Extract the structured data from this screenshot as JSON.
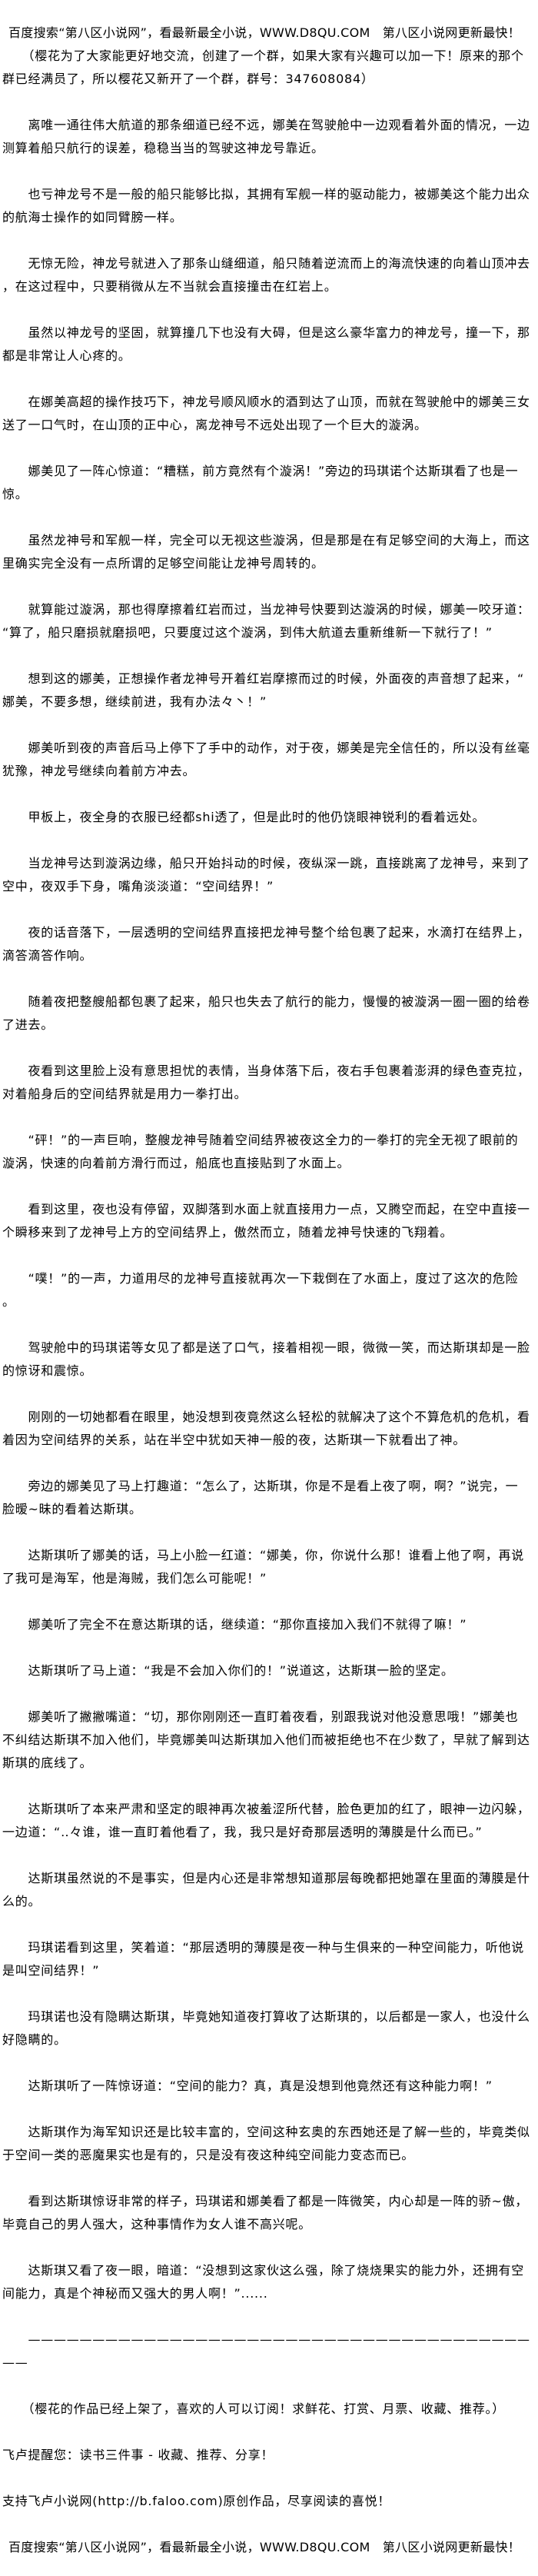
{
  "header": {
    "site_line": "百度搜索“第八区小说网”，看最新最全小说，WWW.D8QU.COM   第八区小说网更新最快！",
    "notice_lines": [
      "　　（樱花为了大家能更好地交流，创建了一个群，如果大家有兴趣可以加一下！原来的那个",
      "群已经满员了，所以樱花又新开了一个群，群号：347608084）"
    ]
  },
  "paragraphs": [
    [
      "　　离唯一通往伟大航道的那条细道已经不远，娜美在驾驶舱中一边观看着外面的情况，一边",
      "测算着船只航行的误差，稳稳当当的驾驶这神龙号靠近。"
    ],
    [
      "　　也亏神龙号不是一般的船只能够比拟，其拥有军舰一样的驱动能力，被娜美这个能力出众",
      "的航海士操作的如同臂膀一样。"
    ],
    [
      "　　无惊无险，神龙号就进入了那条山缝细道，船只随着逆流而上的海流快速的向着山顶冲去",
      "，在这过程中，只要稍微从左不当就会直接撞击在红岩上。"
    ],
    [
      "　　虽然以神龙号的坚固，就算撞几下也没有大碍，但是这么豪华富力的神龙号，撞一下，那",
      "都是非常让人心疼的。"
    ],
    [
      "　　在娜美高超的操作技巧下，神龙号顺风顺水的酒到达了山顶，而就在驾驶舱中的娜美三女",
      "送了一口气时，在山顶的正中心，离龙神号不远处出现了一个巨大的漩涡。"
    ],
    [
      "　　娜美见了一阵心惊道：“糟糕，前方竟然有个漩涡！”旁边的玛琪诺个达斯琪看了也是一",
      "惊。"
    ],
    [
      "　　虽然龙神号和军舰一样，完全可以无视这些漩涡，但是那是在有足够空间的大海上，而这",
      "里确实完全没有一点所谓的足够空间能让龙神号周转的。"
    ],
    [
      "　　就算能过漩涡，那也得摩擦着红岩而过，当龙神号快要到达漩涡的时候，娜美一咬牙道：",
      "“算了，船只磨损就磨损吧，只要度过这个漩涡，到伟大航道去重新维新一下就行了！”"
    ],
    [
      "　　想到这的娜美，正想操作者龙神号开着红岩摩擦而过的时候，外面夜的声音想了起来，“",
      "娜美，不要多想，继续前进，我有办法々丶！”"
    ],
    [
      "　　娜美听到夜的声音后马上停下了手中的动作，对于夜，娜美是完全信任的，所以没有丝毫",
      "犹豫，神龙号继续向着前方冲去。"
    ],
    [
      "　　甲板上，夜全身的衣服已经都shi透了，但是此时的他仍饶眼神锐利的看着远处。"
    ],
    [
      "　　当龙神号达到漩涡边缘，船只开始抖动的时候，夜纵深一跳，直接跳离了龙神号，来到了",
      "空中，夜双手下身，嘴角淡淡道：“空间结界！”"
    ],
    [
      "　　夜的话音落下，一层透明的空间结界直接把龙神号整个给包裹了起来，水滴打在结界上，",
      "滴答滴答作响。"
    ],
    [
      "　　随着夜把整艘船都包裹了起来，船只也失去了航行的能力，慢慢的被漩涡一圈一圈的给卷",
      "了进去。"
    ],
    [
      "　　夜看到这里脸上没有意思担忧的表情，当身体落下后，夜右手包裹着澎湃的绿色查克拉，",
      "对着船身后的空间结界就是用力一拳打出。"
    ],
    [
      "　　“砰！”的一声巨响，整艘龙神号随着空间结界被夜这全力的一拳打的完全无视了眼前的",
      "漩涡，快速的向着前方滑行而过，船底也直接贴到了水面上。"
    ],
    [
      "　　看到这里，夜也没有停留，双脚落到水面上就直接用力一点，又腾空而起，在空中直接一",
      "个瞬移来到了龙神号上方的空间结界上，傲然而立，随着龙神号快速的飞翔着。"
    ],
    [
      "　　“噗！”的一声，力道用尽的龙神号直接就再次一下栽倒在了水面上，度过了这次的危险",
      "。"
    ],
    [
      "　　驾驶舱中的玛琪诺等女见了都是送了口气，接着相视一眼，微微一笑，而达斯琪却是一脸",
      "的惊讶和震惊。"
    ],
    [
      "　　刚刚的一切她都看在眼里，她没想到夜竟然这么轻松的就解决了这个不算危机的危机，看",
      "着因为空间结界的关系，站在半空中犹如天神一般的夜，达斯琪一下就看出了神。"
    ],
    [
      "　　旁边的娜美见了马上打趣道：“怎么了，达斯琪，你是不是看上夜了啊，啊？”说完，一",
      "脸暧~昧的看着达斯琪。"
    ],
    [
      "　　达斯琪听了娜美的话，马上小脸一红道：“娜美，你，你说什么那！谁看上他了啊，再说",
      "了我可是海军，他是海贼，我们怎么可能呢！”"
    ],
    [
      "　　娜美听了完全不在意达斯琪的话，继续道：“那你直接加入我们不就得了嘛！”"
    ],
    [
      "　　达斯琪听了马上道：“我是不会加入你们的！”说道这，达斯琪一脸的坚定。"
    ],
    [
      "　　娜美听了撇撇嘴道：“切，那你刚刚还一直盯着夜看，别跟我说对他没意思哦！”娜美也",
      "不纠结达斯琪不加入他们，毕竟娜美叫达斯琪加入他们而被拒绝也不在少数了，早就了解到达",
      "斯琪的底线了。"
    ],
    [
      "　　达斯琪听了本来严肃和坚定的眼神再次被羞涩所代替，脸色更加的红了，眼神一边闪躲，",
      "一边道：“‥々谁，谁一直盯着他看了，我，我只是好奇那层透明的薄膜是什么而已。”"
    ],
    [
      "　　达斯琪虽然说的不是事实，但是内心还是非常想知道那层每晚都把她罩在里面的薄膜是什",
      "么的。"
    ],
    [
      "　　玛琪诺看到这里，笑着道：“那层透明的薄膜是夜一种与生俱来的一种空间能力，听他说",
      "是叫空间结界！”"
    ],
    [
      "　　玛琪诺也没有隐瞒达斯琪，毕竟她知道夜打算收了达斯琪的，以后都是一家人，也没什么",
      "好隐瞒的。"
    ],
    [
      "　　达斯琪听了一阵惊讶道：“空间的能力？真，真是没想到他竟然还有这种能力啊！”"
    ],
    [
      "　　达斯琪作为海军知识还是比较丰富的，空间这种玄奥的东西她还是了解一些的，毕竟类似",
      "于空间一类的恶魔果实也是有的，只是没有夜这种纯空间能力变态而已。"
    ],
    [
      "　　看到达斯琪惊讶非常的样子，玛琪诺和娜美看了都是一阵微笑，内心却是一阵的骄~傲，",
      "毕竟自己的男人强大，这种事情作为女人谁不高兴呢。"
    ],
    [
      "　　达斯琪又看了夜一眼，暗道：“没想到这家伙这么强，除了烧烧果实的能力外，还拥有空",
      "间能力，真是个神秘而又强大的男人啊！”......"
    ],
    [
      "　　———————————————————————————————————————",
      "——"
    ],
    [
      "　　（樱花的作品已经上架了，喜欢的人可以订阅！求鲜花、打赏、月票、收藏、推荐。）"
    ],
    [
      "飞卢提醒您：读书三件事 - 收藏、推荐、分享！"
    ],
    [
      "支持飞卢小说网(http://b.faloo.com)原创作品，尽享阅读的喜悦！"
    ]
  ],
  "footer": {
    "site_line": "百度搜索“第八区小说网”，看最新最全小说，WWW.D8QU.COM   第八区小说网更新最快！"
  }
}
